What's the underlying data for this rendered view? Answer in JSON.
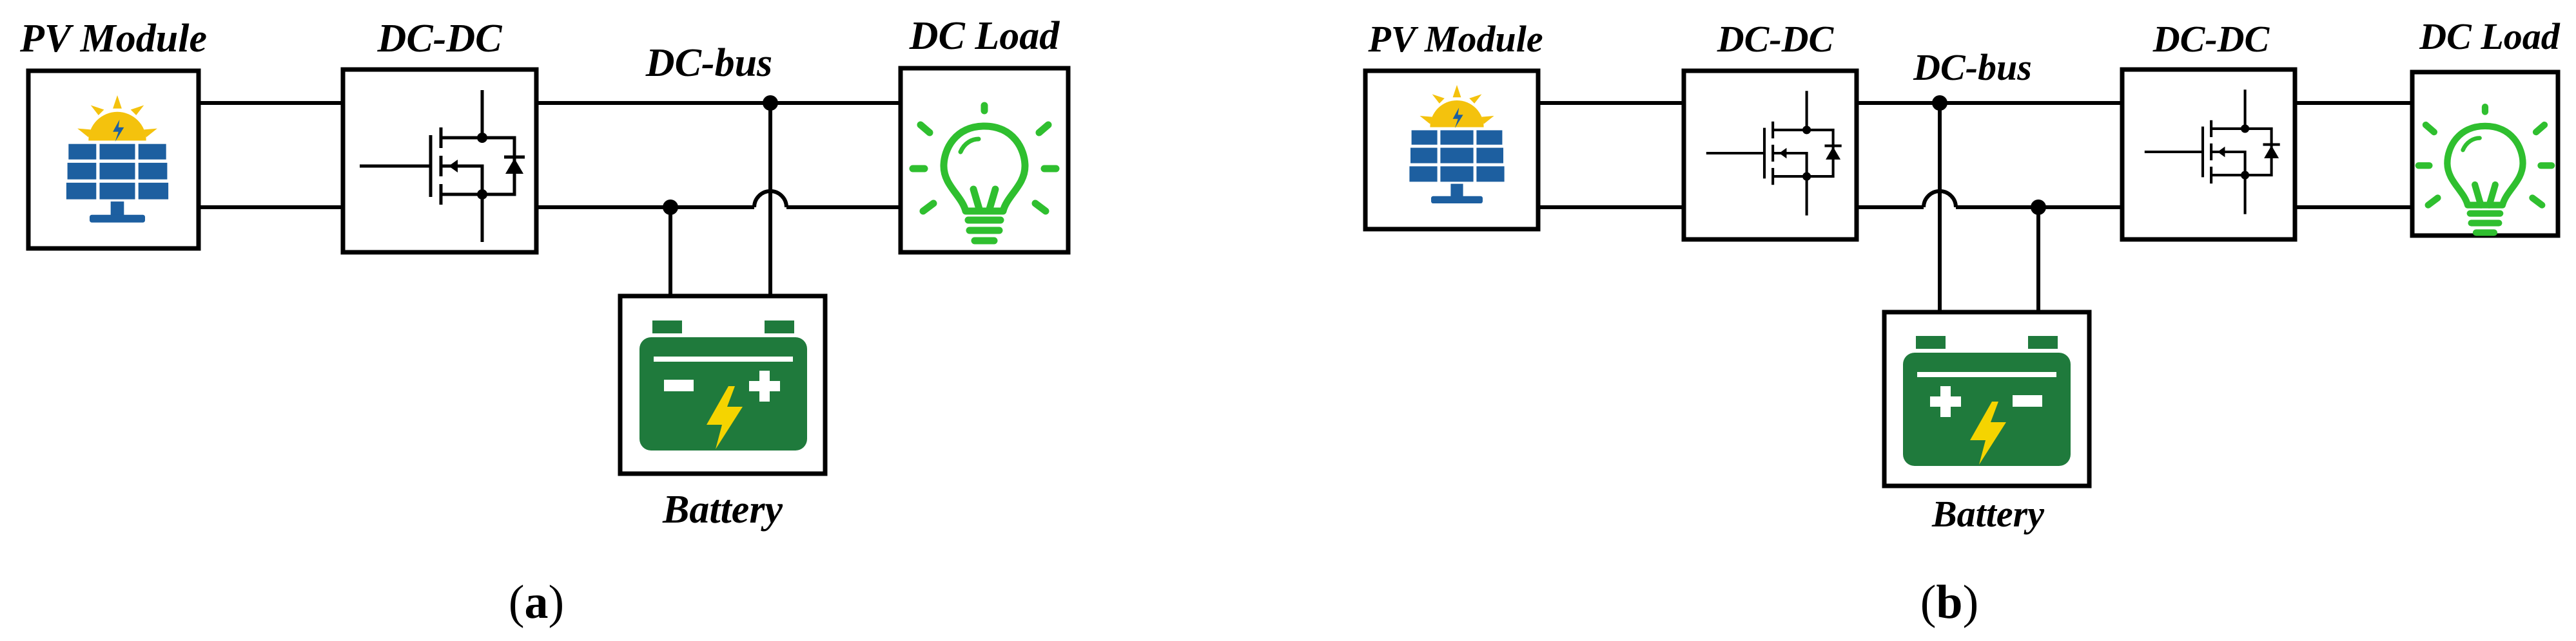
{
  "panels": [
    {
      "id": "a",
      "labels": {
        "pv": "PV Module",
        "dcdc1": "DC-DC",
        "bus": "DC-bus",
        "load": "DC Load",
        "battery": "Battery"
      },
      "caption": {
        "open": "(",
        "letter": "a",
        "close": ")"
      }
    },
    {
      "id": "b",
      "labels": {
        "pv": "PV Module",
        "dcdc1": "DC-DC",
        "bus": "DC-bus",
        "dcdc2": "DC-DC",
        "load": "DC Load",
        "battery": "Battery"
      },
      "caption": {
        "open": "(",
        "letter": "b",
        "close": ")"
      }
    }
  ],
  "colors": {
    "line": "#000000",
    "panel_blue": "#1d5fa0",
    "sun_yellow": "#f4c20d",
    "bulb_green": "#2fbf2f",
    "battery_green": "#1f7a3c",
    "bolt_yellow": "#f5d400"
  },
  "icons": [
    "solar-panel-icon",
    "mosfet-switch-icon",
    "light-bulb-icon",
    "battery-icon"
  ]
}
